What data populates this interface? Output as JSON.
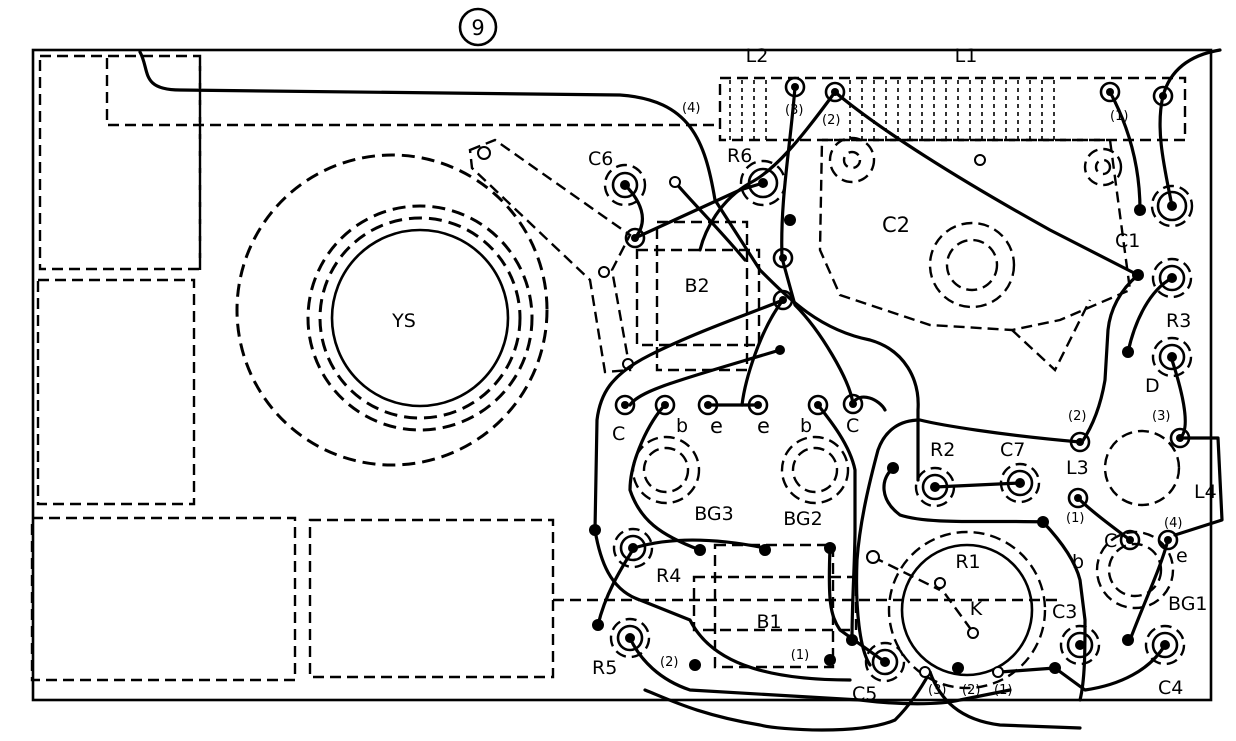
{
  "figure_number": "9",
  "components": {
    "ys": "YS",
    "l1": "L1",
    "l2": "L2",
    "l3": "L3",
    "l4": "L4",
    "c1": "C1",
    "c2": "C2",
    "c3": "C3",
    "c4": "C4",
    "c5": "C5",
    "c6": "C6",
    "c7": "C7",
    "r1": "R1",
    "r2": "R2",
    "r3": "R3",
    "r4": "R4",
    "r5": "R5",
    "r6": "R6",
    "b1": "B1",
    "b2": "B2",
    "bg1": "BG1",
    "bg2": "BG2",
    "bg3": "BG3",
    "d": "D",
    "k": "K"
  },
  "terminals": {
    "c_left": "C",
    "b_left": "b",
    "e_left": "e",
    "e_mid": "e",
    "b_mid": "b",
    "c_mid": "C",
    "c_right": "C",
    "b_right": "b",
    "e_right": "e"
  },
  "pin_labels": {
    "l2_4": "(4)",
    "l2_3": "(3)",
    "l2_2": "(2)",
    "l1_1": "(1)",
    "l3_2": "(2)",
    "l3_1": "(1)",
    "l4_3": "(3)",
    "l4_4": "(4)",
    "b1_1": "(1)",
    "r5_2": "(2)",
    "k_3": "(3)",
    "k_2": "(2)",
    "k_1": "(1)"
  }
}
